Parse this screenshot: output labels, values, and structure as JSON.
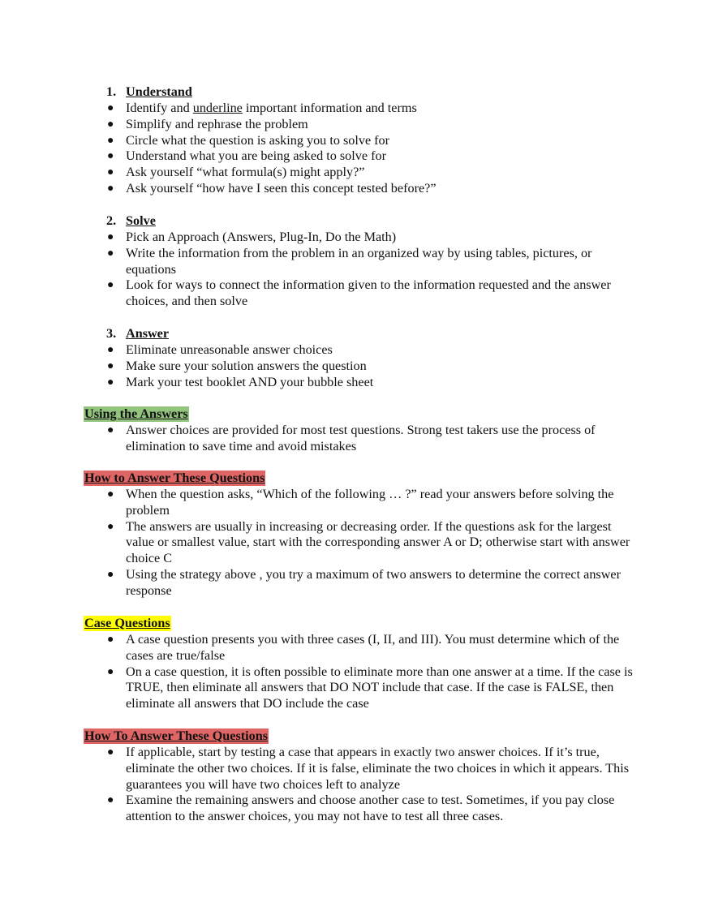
{
  "steps": [
    {
      "number": "1.",
      "title": "Understand",
      "items": [
        {
          "pre": "Identify and ",
          "underlined": "underline",
          "post": " important information and terms"
        },
        {
          "text": "Simplify and rephrase the problem"
        },
        {
          "text": "Circle what the question is asking you to solve for"
        },
        {
          "text": "Understand what you are being asked to solve for"
        },
        {
          "text": "Ask yourself  “what formula(s) might apply?”"
        },
        {
          "text": "Ask yourself  “how have I seen this concept tested before?”"
        }
      ]
    },
    {
      "number": "2.",
      "title": "Solve",
      "items": [
        {
          "text": "Pick an Approach (Answers, Plug-In, Do the Math)"
        },
        {
          "text": "Write the information from the problem in an organized way by using tables, pictures, or equations"
        },
        {
          "text": "Look for ways to connect the information given to the information requested and the answer choices, and then solve"
        }
      ]
    },
    {
      "number": "3.",
      "title": "Answer",
      "items": [
        {
          "text": "Eliminate unreasonable answer choices"
        },
        {
          "text": "Make sure your solution answers the question"
        },
        {
          "text": "Mark your test booklet AND your bubble sheet"
        }
      ]
    }
  ],
  "sections": [
    {
      "title": "Using the Answers",
      "highlight": "#93c47d",
      "items": [
        {
          "text": "Answer choices are provided for most test questions. Strong test takers use the process of elimination to save time and avoid mistakes"
        }
      ]
    },
    {
      "title": "How to Answer These Questions",
      "highlight": "#e06666",
      "items": [
        {
          "text": "When the question asks, “Which of the following … ?” read your answers before solving the problem"
        },
        {
          "text": "The answers are usually in increasing or decreasing order. If the questions ask for the largest value or smallest value, start with the corresponding answer A or D; otherwise start with answer choice C"
        },
        {
          "text": "Using the strategy above , you try a maximum of two answers to determine the correct answer response"
        }
      ]
    },
    {
      "title": "Case Questions",
      "highlight": "#ffff00",
      "items": [
        {
          "text": "A case question presents you with three cases (I, II, and III). You must determine which of the cases are true/false"
        },
        {
          "text": "On a case question, it is often possible to eliminate more than one answer at a time. If the case is TRUE, then eliminate all answers that DO NOT include that case. If the case is FALSE, then eliminate all answers that DO include the case"
        }
      ]
    },
    {
      "title": "How To Answer These Questions",
      "highlight": "#e06666",
      "items": [
        {
          "text": "If applicable, start by testing a case that appears in exactly two answer choices. If it’s true, eliminate the other two choices. If it is false, eliminate the two choices in which it appears. This guarantees you will have two choices left to analyze"
        },
        {
          "text": "Examine the remaining answers and choose another case to test. Sometimes, if you pay close attention to the answer choices, you may not have to test all three cases."
        }
      ]
    }
  ],
  "bullet_glyph": "●"
}
